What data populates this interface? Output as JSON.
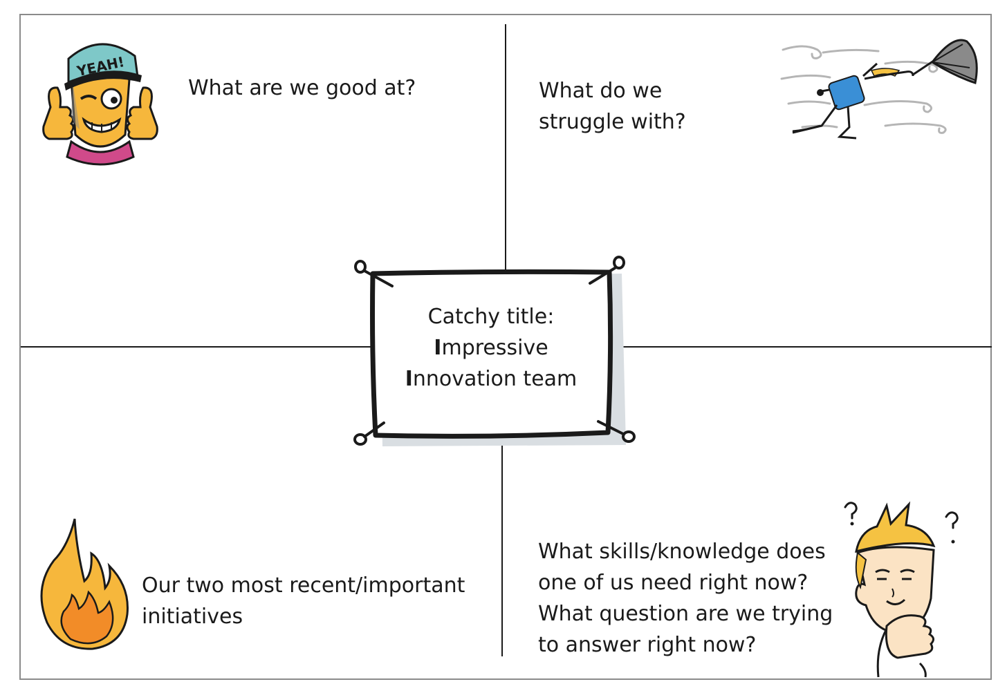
{
  "quadrants": {
    "top_left": {
      "lines": [
        "What are we good at?"
      ],
      "icon": "thumbs-up-yeah-icon"
    },
    "top_right": {
      "lines": [
        "What do we",
        "struggle with?"
      ],
      "icon": "windblown-umbrella-icon"
    },
    "bottom_left": {
      "lines": [
        "Our two most recent/important",
        "initiatives"
      ],
      "icon": "flame-icon"
    },
    "bottom_right": {
      "lines": [
        "What skills/knowledge does",
        "one of us need right now?",
        "What question are we trying",
        "to answer right now?"
      ],
      "icon": "thinking-person-icon"
    }
  },
  "center": {
    "line1": "Catchy title:",
    "line2_initial": "I",
    "line2_rest": "mpressive",
    "line3_initial": "I",
    "line3_rest": "nnovation team"
  },
  "cap_text": "YEAH!",
  "colors": {
    "border": "#8a8a8a",
    "ink": "#1a1a1a",
    "flame_outer": "#f6b73c",
    "flame_inner": "#f28c28",
    "hair": "#f5c242",
    "face": "#fbe3c4",
    "cap": "#7ec8c8",
    "shirt": "#3a8fd6"
  }
}
